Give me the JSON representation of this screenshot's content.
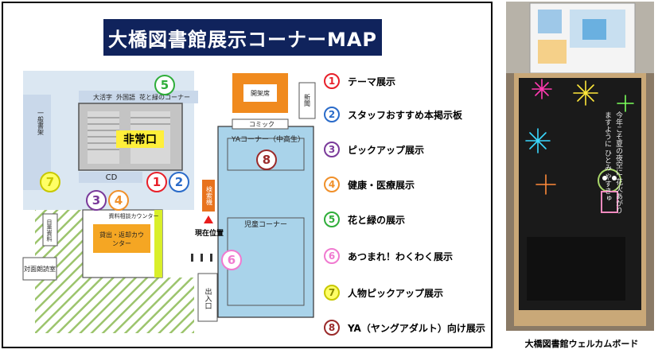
{
  "map_title": "大橋図書館展示コーナーMAP",
  "areas": {
    "ippan": "一般書架",
    "taisen": "大活字",
    "gaikoku": "外国語",
    "hana": "花と緑のコーナー",
    "hijou": "非常口",
    "cd": "CD",
    "kaikan": "開架席",
    "shinbun": "新聞",
    "comic": "コミック",
    "ya": "YAコーナー（中高生）",
    "jidou": "児童コーナー",
    "kensaku": "検索機",
    "genzai": "現在位置",
    "deiriguchi": "出入口",
    "soudan": "資料相談カウンター",
    "kashidashi": "貸出・返却カウンター",
    "mokuroku": "目黒資料",
    "taimen": "対面朗読室"
  },
  "legend": [
    {
      "num": "1",
      "label": "テーマ展示",
      "color": "#e8202a"
    },
    {
      "num": "2",
      "label": "スタッフおすすめ本掲示板",
      "color": "#2a6bc9"
    },
    {
      "num": "3",
      "label": "ピックアップ展示",
      "color": "#7a3a9a"
    },
    {
      "num": "4",
      "label": "健康・医療展示",
      "color": "#f0902a"
    },
    {
      "num": "5",
      "label": "花と緑の展示",
      "color": "#2fae3a"
    },
    {
      "num": "6",
      "label": "あつまれ！わくわく展示",
      "color": "#f07ad0"
    },
    {
      "num": "7",
      "label": "人物ピックアップ展示",
      "color": "#c8c800"
    },
    {
      "num": "8",
      "label": "YA（ヤングアダルト）向け展示",
      "color": "#9a2a2a"
    }
  ],
  "board": {
    "text_lines": [
      "今年こそ夏の夜空に",
      "花火あがりますように",
      "ひとみ やすきゅ"
    ]
  },
  "caption": "大橋図書館ウェルカムボード"
}
